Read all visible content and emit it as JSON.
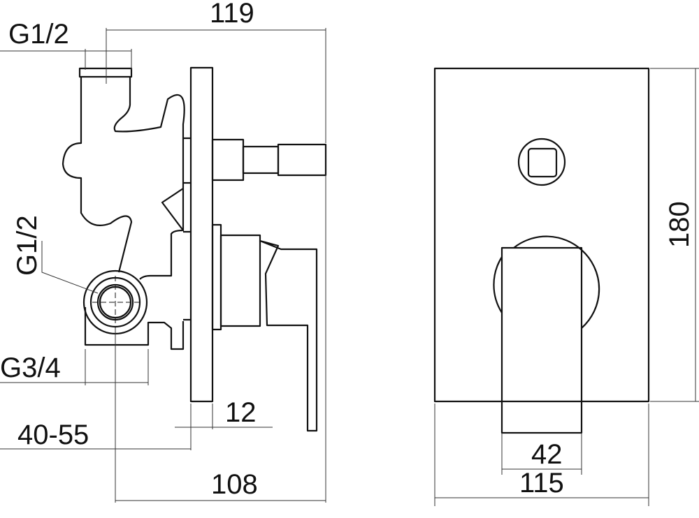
{
  "dimensions": {
    "total_depth": "119",
    "top_inlet": "G1/2",
    "side_inlet": "G1/2",
    "bottom_outlet": "G3/4",
    "plate_thickness": "12",
    "installation_depth": "40-55",
    "body_depth": "108",
    "height": "180",
    "handle_width": "42",
    "plate_width": "115"
  }
}
